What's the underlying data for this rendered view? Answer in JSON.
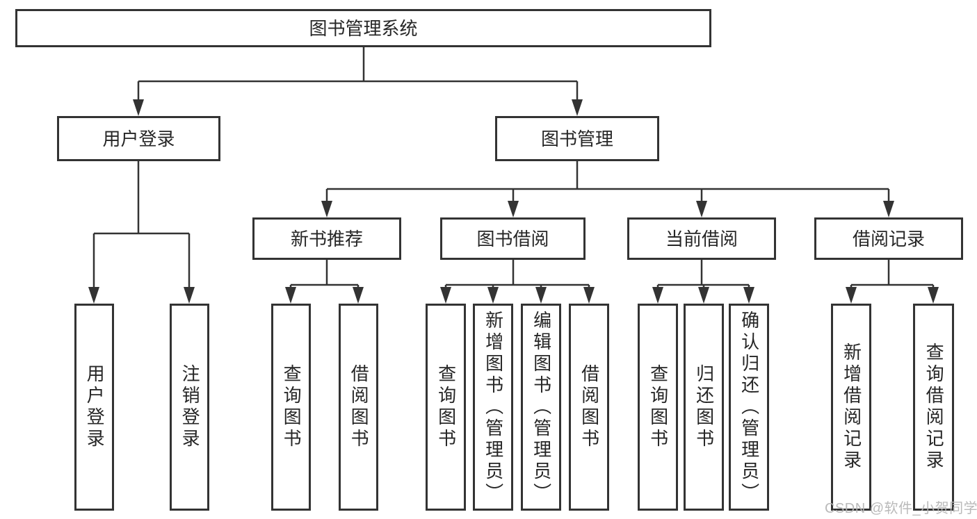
{
  "colors": {
    "line": "#333333",
    "box_border": "#333333",
    "box_fill": "#ffffff",
    "text": "#262626",
    "watermark": "#b6b6b6"
  },
  "root": {
    "label": "图书管理系统"
  },
  "level2": {
    "user_login": {
      "label": "用户登录"
    },
    "book_management": {
      "label": "图书管理"
    }
  },
  "level3": {
    "new_book_recommend": {
      "label": "新书推荐"
    },
    "book_borrowing": {
      "label": "图书借阅"
    },
    "current_borrowing": {
      "label": "当前借阅"
    },
    "borrowing_records": {
      "label": "借阅记录"
    }
  },
  "leaves": {
    "user_login": {
      "label": "用户登录"
    },
    "logout": {
      "label": "注销登录"
    },
    "recommend_query_books": {
      "label": "查询图书"
    },
    "recommend_borrow_books": {
      "label": "借阅图书"
    },
    "borrowing_query_books": {
      "label": "查询图书"
    },
    "borrowing_add_books": {
      "label": "新增图书（管理员）"
    },
    "borrowing_edit_books": {
      "label": "编辑图书（管理员）"
    },
    "borrowing_borrow_books": {
      "label": "借阅图书"
    },
    "current_query_books": {
      "label": "查询图书"
    },
    "current_return_books": {
      "label": "归还图书"
    },
    "current_confirm_return": {
      "label": "确认归还（管理员）"
    },
    "records_add_record": {
      "label": "新增借阅记录"
    },
    "records_query_record": {
      "label": "查询借阅记录"
    }
  },
  "watermark": {
    "label": "CSDN @软件_小贺同学"
  }
}
